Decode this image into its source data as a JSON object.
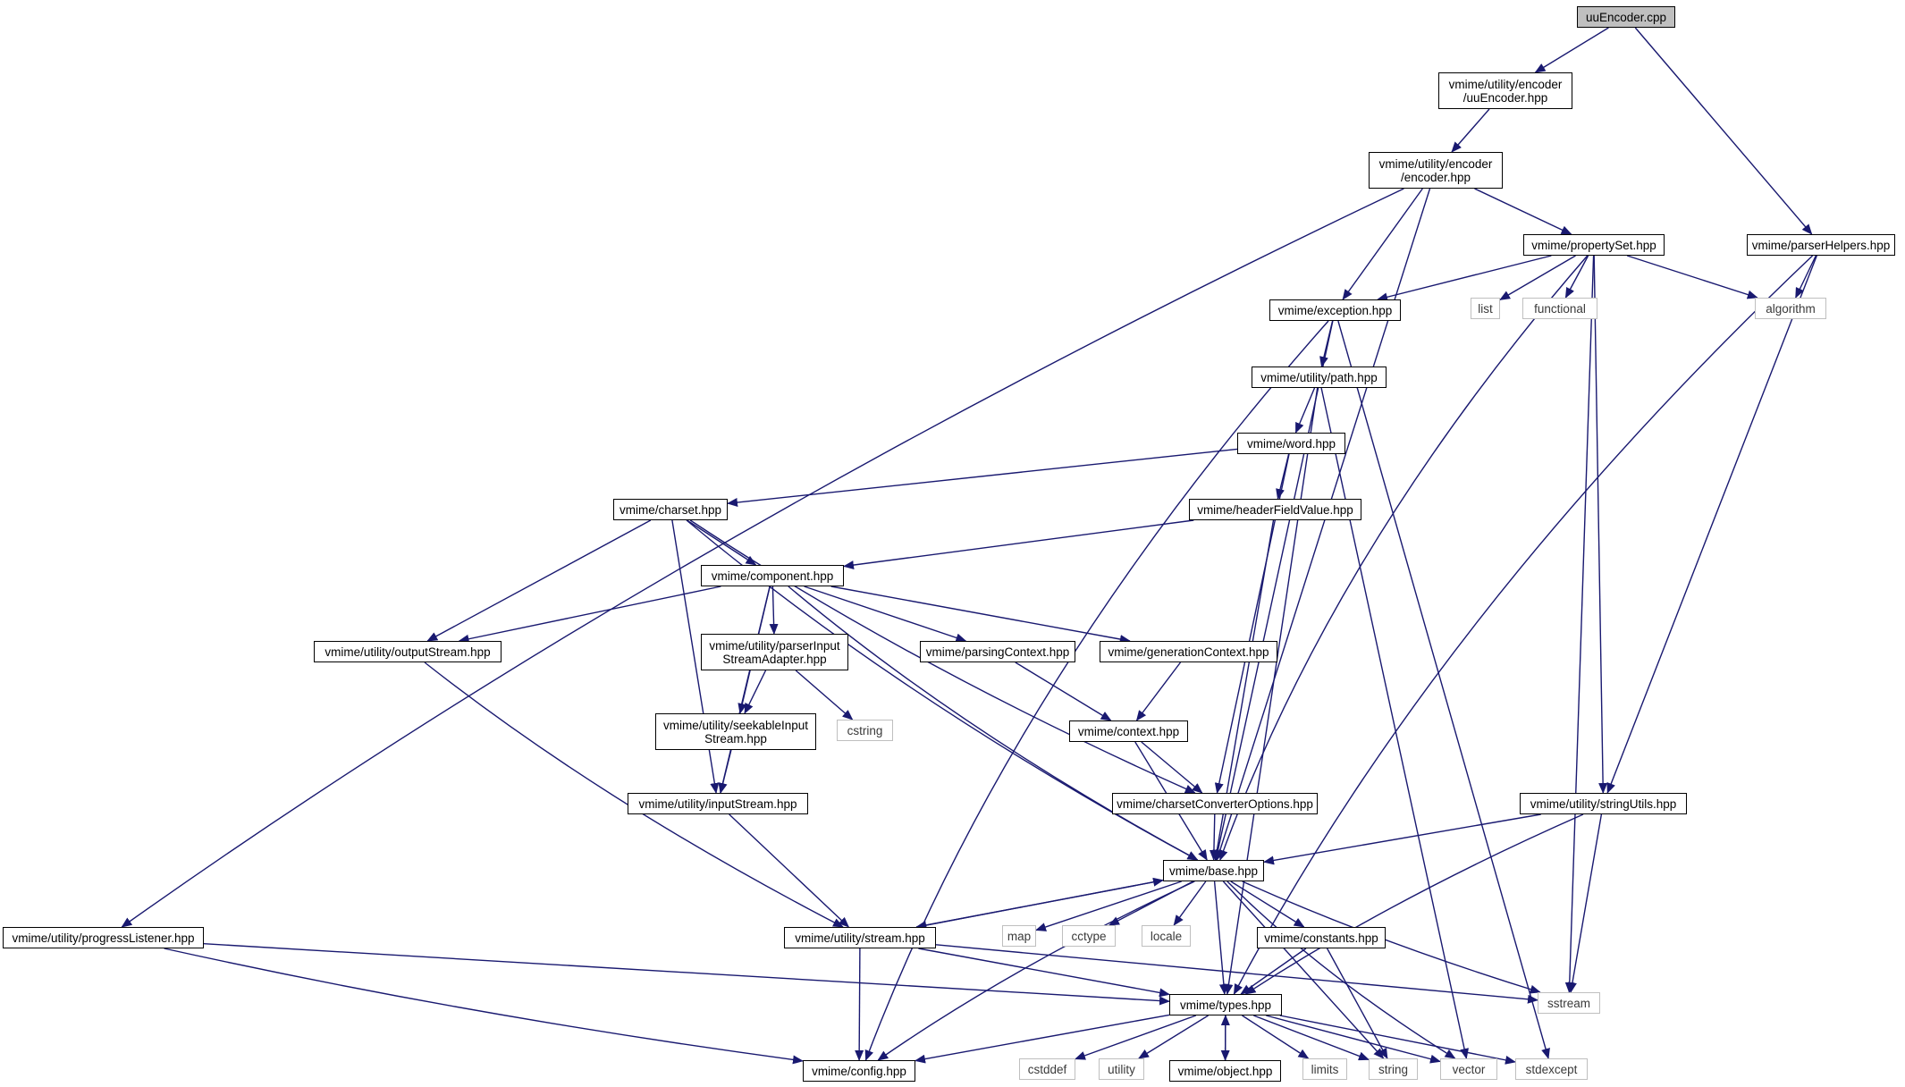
{
  "graph": {
    "edge_color": "#191970",
    "root_fill": "#bfbfbf",
    "external_border": "#bfbfbf",
    "nodes": [
      {
        "id": "uuEncoder_cpp",
        "label": "uuEncoder.cpp",
        "kind": "root"
      },
      {
        "id": "uuEncoder_hpp",
        "label": "vmime/utility/encoder\n/uuEncoder.hpp",
        "kind": "header"
      },
      {
        "id": "parserHelpers",
        "label": "vmime/parserHelpers.hpp",
        "kind": "header"
      },
      {
        "id": "encoder_hpp",
        "label": "vmime/utility/encoder\n/encoder.hpp",
        "kind": "header"
      },
      {
        "id": "propertySet",
        "label": "vmime/propertySet.hpp",
        "kind": "header"
      },
      {
        "id": "exception",
        "label": "vmime/exception.hpp",
        "kind": "header"
      },
      {
        "id": "list",
        "label": "list",
        "kind": "external"
      },
      {
        "id": "functional",
        "label": "functional",
        "kind": "external"
      },
      {
        "id": "algorithm",
        "label": "algorithm",
        "kind": "external"
      },
      {
        "id": "path",
        "label": "vmime/utility/path.hpp",
        "kind": "header"
      },
      {
        "id": "word",
        "label": "vmime/word.hpp",
        "kind": "header"
      },
      {
        "id": "charset",
        "label": "vmime/charset.hpp",
        "kind": "header"
      },
      {
        "id": "headerFieldValue",
        "label": "vmime/headerFieldValue.hpp",
        "kind": "header"
      },
      {
        "id": "component",
        "label": "vmime/component.hpp",
        "kind": "header"
      },
      {
        "id": "outputStream",
        "label": "vmime/utility/outputStream.hpp",
        "kind": "header"
      },
      {
        "id": "parserInputStreamAdapter",
        "label": "vmime/utility/parserInput\nStreamAdapter.hpp",
        "kind": "header"
      },
      {
        "id": "parsingContext",
        "label": "vmime/parsingContext.hpp",
        "kind": "header"
      },
      {
        "id": "generationContext",
        "label": "vmime/generationContext.hpp",
        "kind": "header"
      },
      {
        "id": "seekableInputStream",
        "label": "vmime/utility/seekableInput\nStream.hpp",
        "kind": "header"
      },
      {
        "id": "cstring",
        "label": "cstring",
        "kind": "external"
      },
      {
        "id": "context",
        "label": "vmime/context.hpp",
        "kind": "header"
      },
      {
        "id": "inputStream",
        "label": "vmime/utility/inputStream.hpp",
        "kind": "header"
      },
      {
        "id": "charsetConverterOptions",
        "label": "vmime/charsetConverterOptions.hpp",
        "kind": "header"
      },
      {
        "id": "stringUtils",
        "label": "vmime/utility/stringUtils.hpp",
        "kind": "header"
      },
      {
        "id": "base",
        "label": "vmime/base.hpp",
        "kind": "header"
      },
      {
        "id": "progressListener",
        "label": "vmime/utility/progressListener.hpp",
        "kind": "header"
      },
      {
        "id": "stream",
        "label": "vmime/utility/stream.hpp",
        "kind": "header"
      },
      {
        "id": "map",
        "label": "map",
        "kind": "external"
      },
      {
        "id": "cctype",
        "label": "cctype",
        "kind": "external"
      },
      {
        "id": "locale",
        "label": "locale",
        "kind": "external"
      },
      {
        "id": "constants",
        "label": "vmime/constants.hpp",
        "kind": "header"
      },
      {
        "id": "types",
        "label": "vmime/types.hpp",
        "kind": "header"
      },
      {
        "id": "sstream",
        "label": "sstream",
        "kind": "external"
      },
      {
        "id": "config",
        "label": "vmime/config.hpp",
        "kind": "header"
      },
      {
        "id": "cstddef",
        "label": "cstddef",
        "kind": "external"
      },
      {
        "id": "utility",
        "label": "utility",
        "kind": "external"
      },
      {
        "id": "object",
        "label": "vmime/object.hpp",
        "kind": "header"
      },
      {
        "id": "limits",
        "label": "limits",
        "kind": "external"
      },
      {
        "id": "string",
        "label": "string",
        "kind": "external"
      },
      {
        "id": "vector",
        "label": "vector",
        "kind": "external"
      },
      {
        "id": "stdexcept",
        "label": "stdexcept",
        "kind": "external"
      }
    ],
    "edges": [
      [
        "uuEncoder_cpp",
        "uuEncoder_hpp"
      ],
      [
        "uuEncoder_cpp",
        "parserHelpers"
      ],
      [
        "uuEncoder_hpp",
        "encoder_hpp"
      ],
      [
        "encoder_hpp",
        "progressListener"
      ],
      [
        "encoder_hpp",
        "exception"
      ],
      [
        "encoder_hpp",
        "propertySet"
      ],
      [
        "encoder_hpp",
        "base"
      ],
      [
        "propertySet",
        "exception"
      ],
      [
        "propertySet",
        "list"
      ],
      [
        "propertySet",
        "functional"
      ],
      [
        "propertySet",
        "algorithm"
      ],
      [
        "propertySet",
        "base"
      ],
      [
        "propertySet",
        "stringUtils"
      ],
      [
        "propertySet",
        "sstream"
      ],
      [
        "parserHelpers",
        "algorithm"
      ],
      [
        "parserHelpers",
        "stringUtils"
      ],
      [
        "parserHelpers",
        "types"
      ],
      [
        "exception",
        "path"
      ],
      [
        "exception",
        "base"
      ],
      [
        "exception",
        "config"
      ],
      [
        "exception",
        "stdexcept"
      ],
      [
        "path",
        "word"
      ],
      [
        "path",
        "types"
      ],
      [
        "path",
        "vector"
      ],
      [
        "word",
        "charset"
      ],
      [
        "word",
        "headerFieldValue"
      ],
      [
        "word",
        "charsetConverterOptions"
      ],
      [
        "charset",
        "component"
      ],
      [
        "charset",
        "outputStream"
      ],
      [
        "charset",
        "inputStream"
      ],
      [
        "charset",
        "charsetConverterOptions"
      ],
      [
        "charset",
        "base"
      ],
      [
        "headerFieldValue",
        "component"
      ],
      [
        "headerFieldValue",
        "base"
      ],
      [
        "component",
        "outputStream"
      ],
      [
        "component",
        "parserInputStreamAdapter"
      ],
      [
        "component",
        "seekableInputStream"
      ],
      [
        "component",
        "inputStream"
      ],
      [
        "component",
        "parsingContext"
      ],
      [
        "component",
        "generationContext"
      ],
      [
        "component",
        "base"
      ],
      [
        "parserInputStreamAdapter",
        "seekableInputStream"
      ],
      [
        "parserInputStreamAdapter",
        "cstring"
      ],
      [
        "seekableInputStream",
        "inputStream"
      ],
      [
        "parsingContext",
        "context"
      ],
      [
        "generationContext",
        "context"
      ],
      [
        "context",
        "charsetConverterOptions"
      ],
      [
        "context",
        "base"
      ],
      [
        "outputStream",
        "stream"
      ],
      [
        "inputStream",
        "stream"
      ],
      [
        "charsetConverterOptions",
        "base"
      ],
      [
        "stringUtils",
        "base"
      ],
      [
        "stringUtils",
        "types"
      ],
      [
        "stringUtils",
        "sstream"
      ],
      [
        "base",
        "stream"
      ],
      [
        "base",
        "map"
      ],
      [
        "base",
        "cctype"
      ],
      [
        "base",
        "locale"
      ],
      [
        "base",
        "constants"
      ],
      [
        "base",
        "types"
      ],
      [
        "base",
        "sstream"
      ],
      [
        "base",
        "config"
      ],
      [
        "base",
        "string"
      ],
      [
        "base",
        "vector"
      ],
      [
        "stream",
        "base"
      ],
      [
        "stream",
        "types"
      ],
      [
        "stream",
        "config"
      ],
      [
        "stream",
        "sstream"
      ],
      [
        "progressListener",
        "types"
      ],
      [
        "progressListener",
        "config"
      ],
      [
        "constants",
        "types"
      ],
      [
        "constants",
        "string"
      ],
      [
        "types",
        "config"
      ],
      [
        "types",
        "cstddef"
      ],
      [
        "types",
        "utility"
      ],
      [
        "types",
        "object"
      ],
      [
        "types",
        "limits"
      ],
      [
        "types",
        "string"
      ],
      [
        "types",
        "vector"
      ],
      [
        "types",
        "stdexcept"
      ],
      [
        "object",
        "types"
      ]
    ]
  }
}
